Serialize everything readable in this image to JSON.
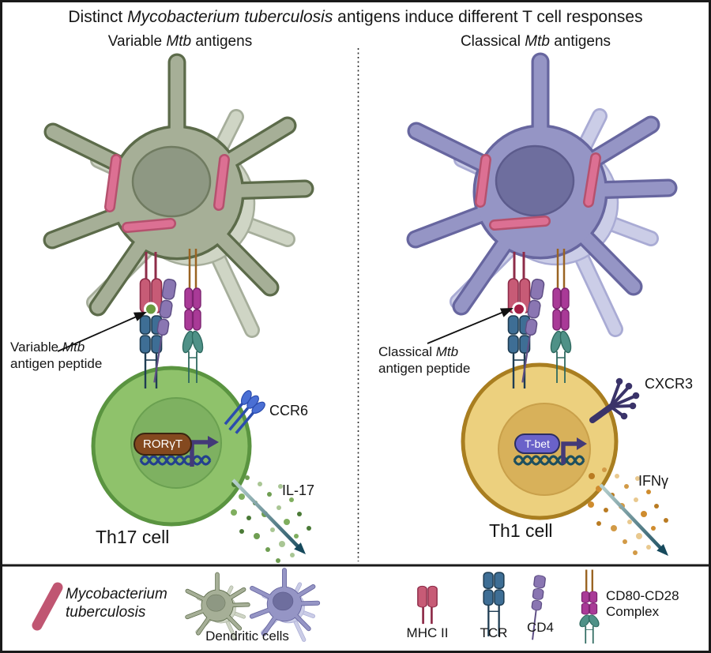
{
  "title": {
    "pre": "Distinct ",
    "italic": "Mycobacterium tuberculosis",
    "post": " antigens induce different T cell responses"
  },
  "panels": {
    "left": {
      "header": {
        "pre": "Variable ",
        "italic": "Mtb",
        "post": " antigens"
      },
      "peptide_label": {
        "pre": "Variable ",
        "italic": "Mtb",
        "line2": "antigen peptide"
      },
      "receptor_label": "CCR6",
      "transcription_factor": "RORγT",
      "cytokine_label": "IL-17",
      "cell_label": "Th17 cell"
    },
    "right": {
      "header": {
        "pre": "Classical ",
        "italic": "Mtb",
        "post": " antigens"
      },
      "peptide_label": {
        "pre": "Classical ",
        "italic": "Mtb",
        "line2": "antigen peptide"
      },
      "receptor_label": "CXCR3",
      "transcription_factor": "T-bet",
      "cytokine_label": "IFNγ",
      "cell_label": "Th1 cell"
    }
  },
  "legend": {
    "mtb": {
      "line1": "Mycobacterium",
      "line2": "tuberculosis"
    },
    "dendritic_cells_label": "Dendritic cells",
    "mhc_label": "MHC II",
    "tcr_label": "TCR",
    "cd4_label": "CD4",
    "cd80_label": {
      "line1": "CD80-CD28",
      "line2": "Complex"
    }
  },
  "colors": {
    "ink": "#1a1a1a",
    "dc_green_body": "#a6af97",
    "dc_green_edge": "#5c6b4a",
    "dc_green_nucleus": "#8e9883",
    "dc_green_nucleus_edge": "#707b61",
    "dc_green_back": "#cfd5c5",
    "dc_green_back_edge": "#a6ae9b",
    "dc_purple_body": "#9595c5",
    "dc_purple_edge": "#67669f",
    "dc_purple_nucleus": "#6e6e9e",
    "dc_purple_nucleus_edge": "#5c5b8c",
    "dc_purple_back": "#cbcde7",
    "dc_purple_back_edge": "#a9abd4",
    "bacteria_fill": "#dc7093",
    "bacteria_edge": "#b5516e",
    "legend_bacteria": "#c05672",
    "th17_body": "#8fc26b",
    "th17_edge": "#5a9440",
    "th17_nucleus": "#7eb161",
    "th17_nucleus_edge": "#6aa050",
    "th1_body": "#ecd07e",
    "th1_edge": "#a97e20",
    "th1_nucleus": "#d8b15a",
    "th1_nucleus_edge": "#c9a04a",
    "mhc_pink": "#c75b76",
    "mhc_dark": "#8e2c49",
    "tcr_blue": "#3e6e95",
    "tcr_dark": "#1f3d53",
    "cd4_fill": "#8a76b2",
    "cd4_dark": "#5f4f85",
    "cd80_magenta": "#a93a97",
    "cd80_dark": "#7c2470",
    "stem_brown": "#9a6422",
    "cd28_teal": "#4f9187",
    "cd28_dark": "#2f6a60",
    "peptide_green": "#6a9a3f",
    "peptide_red": "#a31e45",
    "ccr6_blue": "#4a6fd4",
    "ccr6_dark": "#2b4cae",
    "cxcr3_indigo": "#3a3369",
    "tf_arrow_purple": "#433a78",
    "dna_blue": "#23408e",
    "dna_teal": "#1d4f5e",
    "roryt_brown": "#84491f",
    "roryt_edge": "#3a2410",
    "tbet_purple": "#6a62c9",
    "tbet_edge": "#2b2d62",
    "cytokine_arrow_dark": "#16495c",
    "cytokine_arrow_light": "#b9d2cf"
  }
}
